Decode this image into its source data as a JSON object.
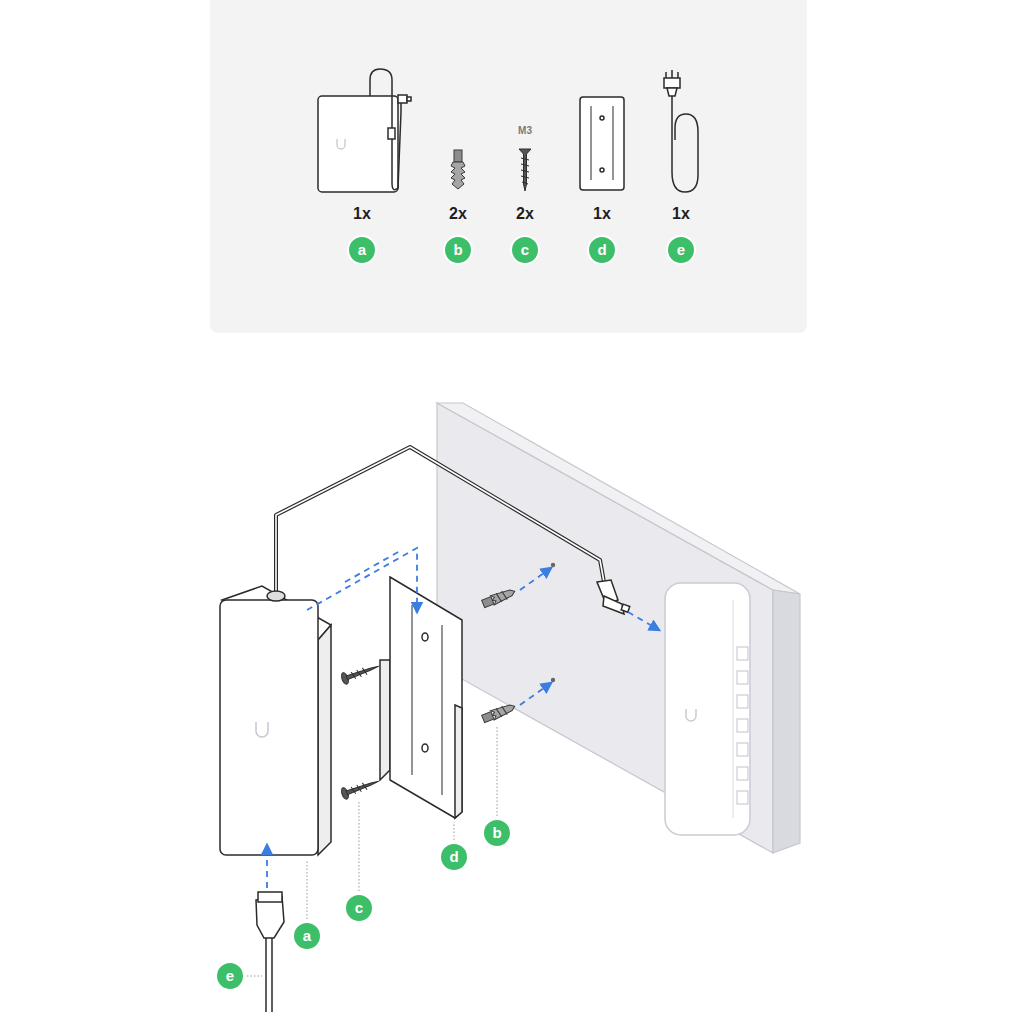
{
  "diagram": {
    "nodes": [
      {
        "text": [
          "a"
        ]
      },
      {
        "text": [
          "b"
        ]
      },
      {
        "text": [
          "c"
        ]
      },
      {
        "text": [
          "d"
        ]
      },
      {
        "text": [
          "e"
        ]
      },
      {
        "text": [
          "b"
        ]
      },
      {
        "text": [
          "d"
        ]
      },
      {
        "text": [
          "c"
        ]
      },
      {
        "text": [
          "a"
        ]
      },
      {
        "text": [
          "e"
        ]
      }
    ],
    "labels": [
      "M3",
      "1x",
      "2x",
      "2x",
      "1x",
      "1x"
    ]
  }
}
